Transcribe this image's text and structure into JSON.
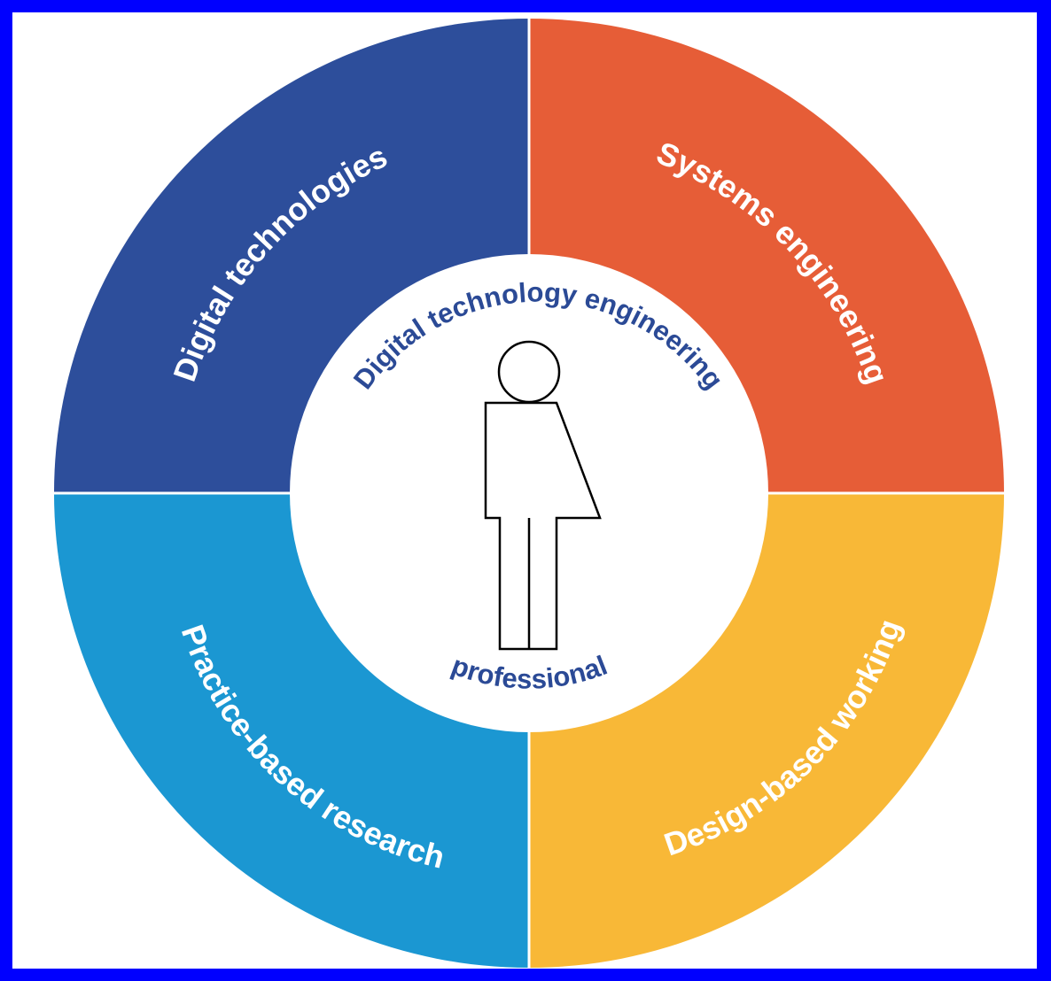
{
  "colors": {
    "background_border": "#0000ff",
    "top_left": "#2d4e9b",
    "top_right": "#e65d37",
    "bottom_left": "#1b97d2",
    "bottom_right": "#f8b837",
    "center_text": "#2b4a96",
    "figure_stroke": "#000000"
  },
  "segments": {
    "top_left": {
      "label": "Digital technologies"
    },
    "top_right": {
      "label": "Systems engineering"
    },
    "bottom_left": {
      "label": "Practice-based research"
    },
    "bottom_right": {
      "label": "Design-based working"
    }
  },
  "center": {
    "title_top": "Digital technology engineering",
    "title_bottom": "professional",
    "figure_icon": "person-icon"
  }
}
